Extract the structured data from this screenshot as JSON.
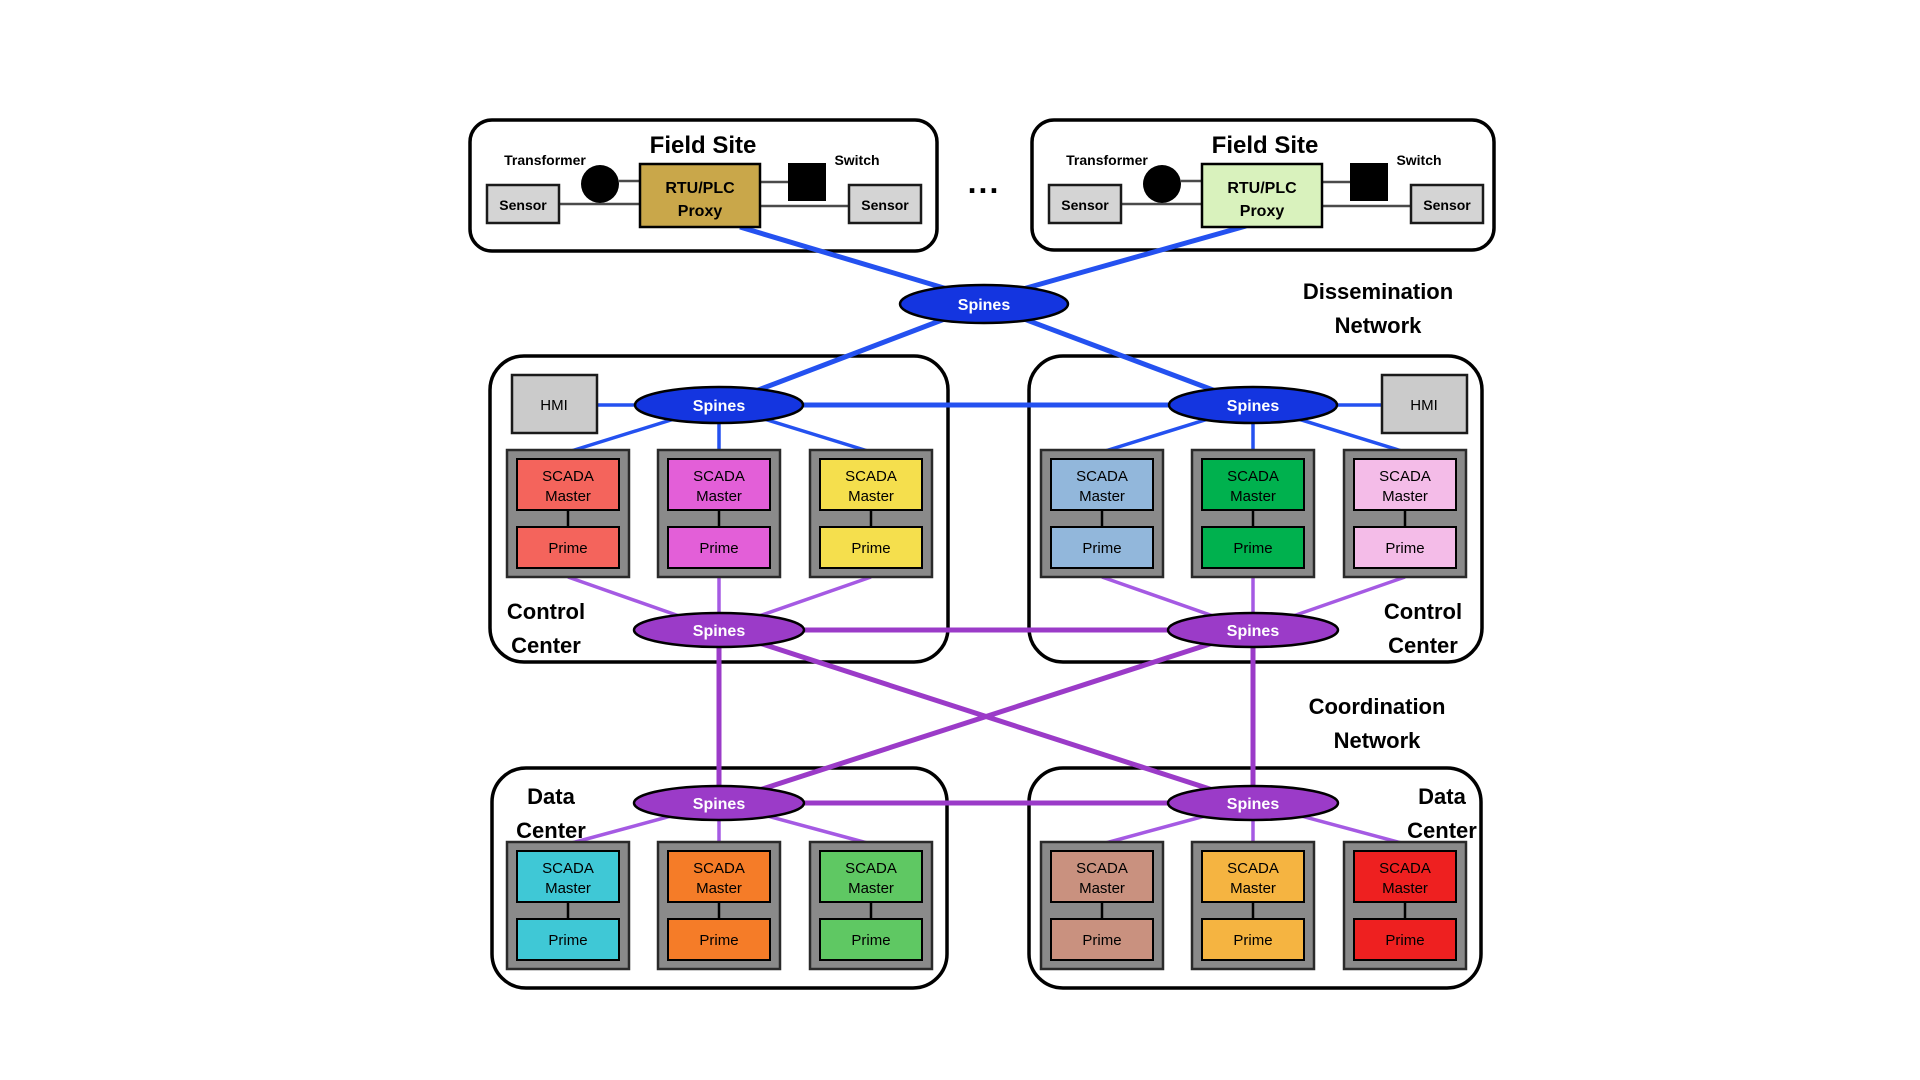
{
  "diagram": {
    "spines_label": "Spines",
    "separator": "...",
    "networks": {
      "dissemination": {
        "line1": "Dissemination",
        "line2": "Network",
        "color": "#1a1aff"
      },
      "coordination": {
        "line1": "Coordination",
        "line2": "Network",
        "color": "#9b30e8"
      }
    },
    "colors": {
      "blue_spine": "#1435e0",
      "purple_spine": "#9b3bc8",
      "blue_link": "#2451f0",
      "purple_link": "#a55ae3",
      "stack_container": "#8a8a8a",
      "sensor_fill": "#d4d4d4",
      "hmi_fill": "#cbcbcb"
    },
    "field_sites": [
      {
        "title": "Field Site",
        "transformer_label": "Transformer",
        "switch_label": "Switch",
        "left_sensor_label": "Sensor",
        "right_sensor_label": "Sensor",
        "rtu_label_line1": "RTU/PLC",
        "rtu_label_line2": "Proxy",
        "rtu_color": "#c9a74a"
      },
      {
        "title": "Field Site",
        "transformer_label": "Transformer",
        "switch_label": "Switch",
        "left_sensor_label": "Sensor",
        "right_sensor_label": "Sensor",
        "rtu_label_line1": "RTU/PLC",
        "rtu_label_line2": "Proxy",
        "rtu_color": "#d9f2bd"
      }
    ],
    "control_centers": [
      {
        "label_line1": "Control",
        "label_line2": "Center",
        "hmi_label": "HMI",
        "stacks": [
          {
            "line1": "SCADA",
            "line2": "Master",
            "prime": "Prime",
            "color": "#f4645c"
          },
          {
            "line1": "SCADA",
            "line2": "Master",
            "prime": "Prime",
            "color": "#e35fd8"
          },
          {
            "line1": "SCADA",
            "line2": "Master",
            "prime": "Prime",
            "color": "#f5df4d"
          }
        ]
      },
      {
        "label_line1": "Control",
        "label_line2": "Center",
        "hmi_label": "HMI",
        "stacks": [
          {
            "line1": "SCADA",
            "line2": "Master",
            "prime": "Prime",
            "color": "#92b7db"
          },
          {
            "line1": "SCADA",
            "line2": "Master",
            "prime": "Prime",
            "color": "#00b14e"
          },
          {
            "line1": "SCADA",
            "line2": "Master",
            "prime": "Prime",
            "color": "#f4bce8"
          }
        ]
      }
    ],
    "data_centers": [
      {
        "label_line1": "Data",
        "label_line2": "Center",
        "stacks": [
          {
            "line1": "SCADA",
            "line2": "Master",
            "prime": "Prime",
            "color": "#3fc8d6"
          },
          {
            "line1": "SCADA",
            "line2": "Master",
            "prime": "Prime",
            "color": "#f57c28"
          },
          {
            "line1": "SCADA",
            "line2": "Master",
            "prime": "Prime",
            "color": "#5fc863"
          }
        ]
      },
      {
        "label_line1": "Data",
        "label_line2": "Center",
        "stacks": [
          {
            "line1": "SCADA",
            "line2": "Master",
            "prime": "Prime",
            "color": "#c9917f"
          },
          {
            "line1": "SCADA",
            "line2": "Master",
            "prime": "Prime",
            "color": "#f5b441"
          },
          {
            "line1": "SCADA",
            "line2": "Master",
            "prime": "Prime",
            "color": "#ee2020"
          }
        ]
      }
    ]
  }
}
